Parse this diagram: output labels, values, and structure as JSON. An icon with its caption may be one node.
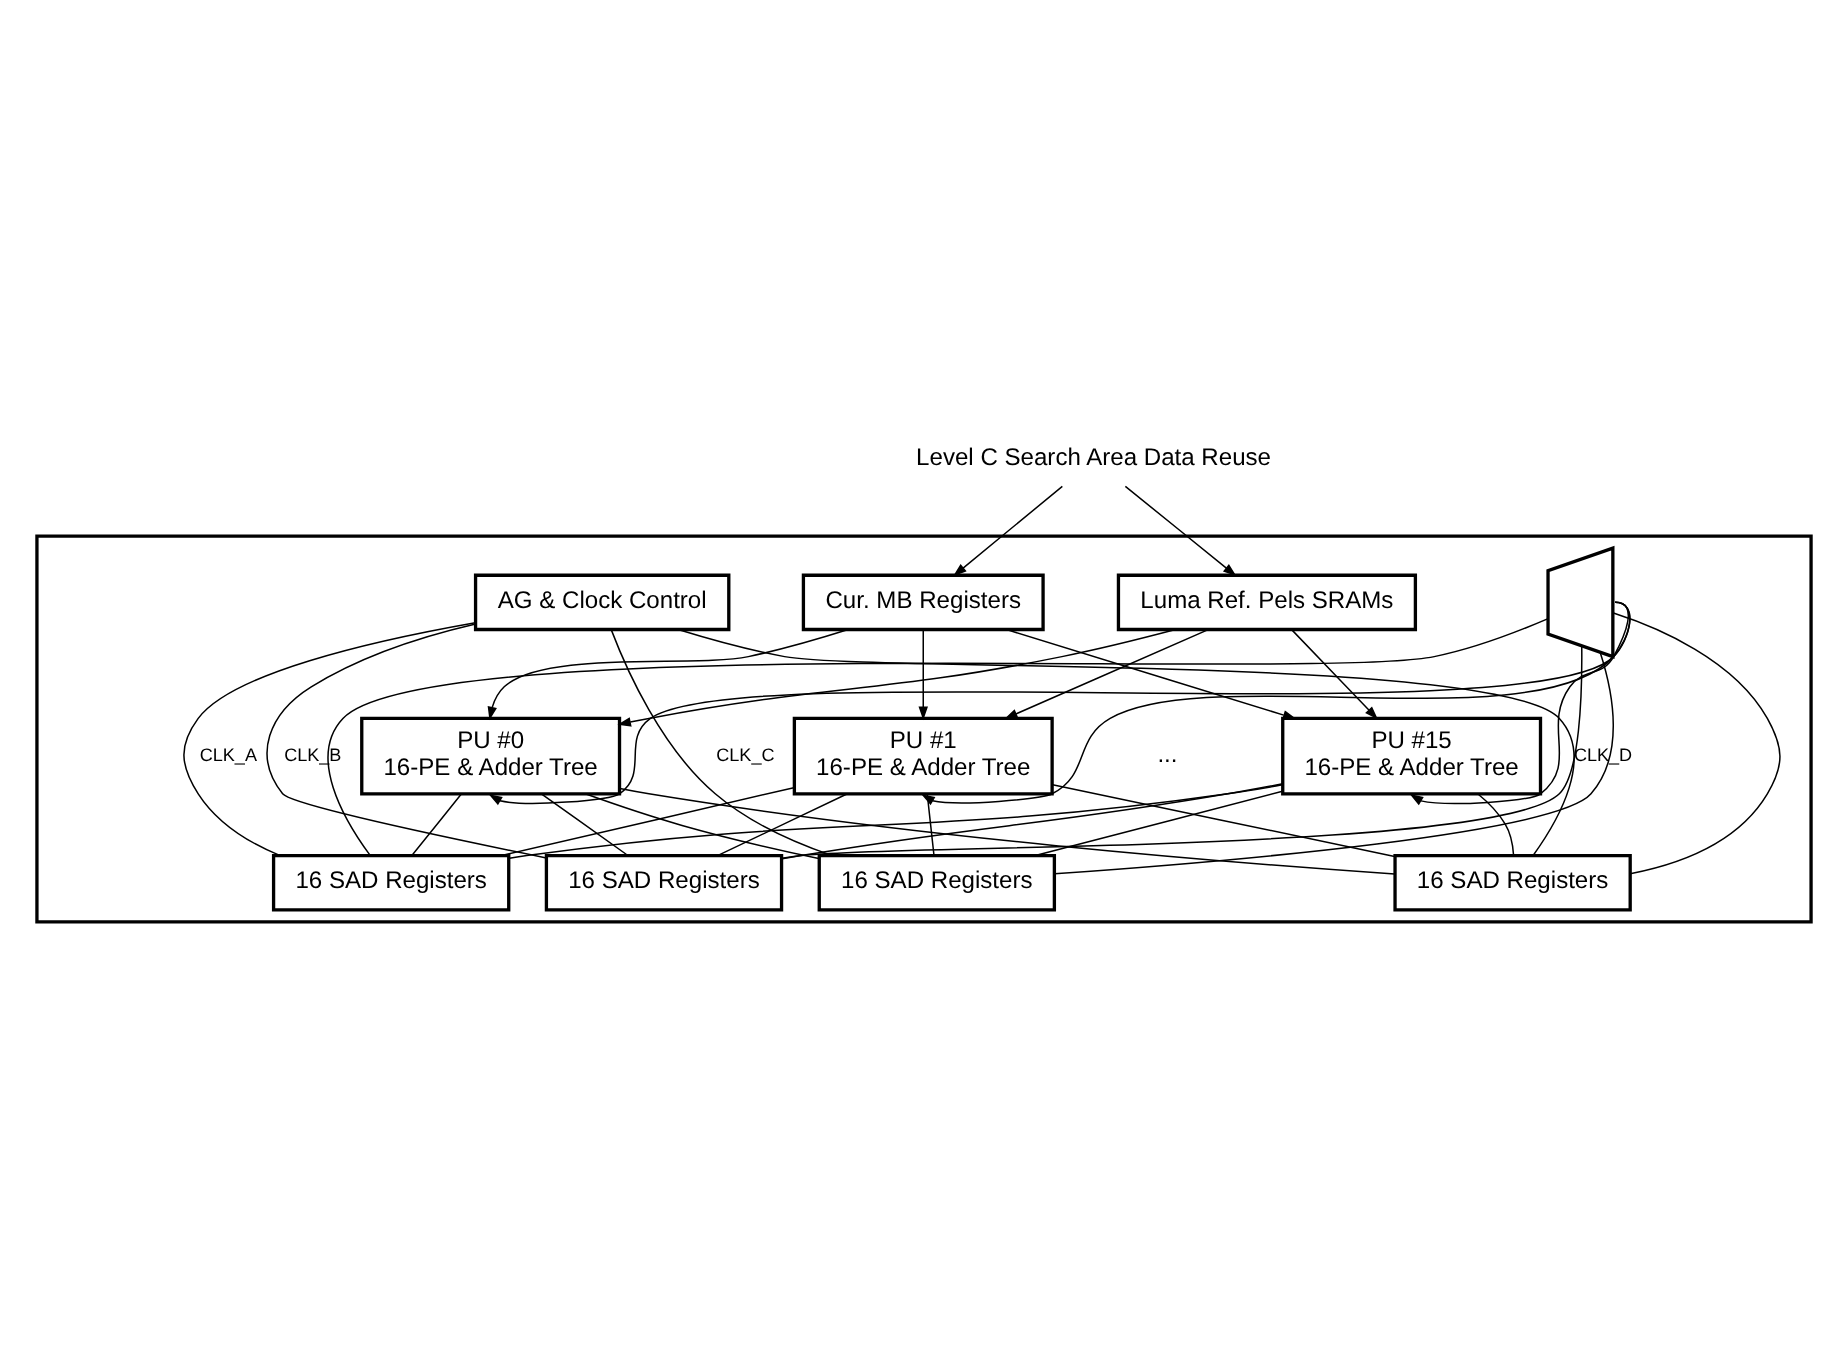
{
  "diagram": {
    "nodes": [
      {
        "text": [],
        "shape": "box"
      },
      {
        "text": [
          "AG & Clock Control"
        ],
        "in": 0
      },
      {
        "text": [
          "Cur. MB Registers"
        ],
        "in": 0
      },
      {
        "text": [
          "Luma Ref. Pels SRAMs"
        ],
        "in": 0
      },
      {
        "text": [
          "PU #0",
          "16-PE & Adder Tree"
        ],
        "in": 0
      },
      {
        "text": [
          "PU #1",
          "16-PE & Adder Tree"
        ],
        "in": 0
      },
      {
        "text": [
          "PU #15",
          "16-PE & Adder Tree"
        ],
        "in": 0
      },
      {
        "text": [
          "16 SAD Registers"
        ],
        "in": 0
      },
      {
        "text": [
          "16 SAD Registers"
        ],
        "in": 0
      },
      {
        "text": [
          "16 SAD Registers"
        ],
        "in": 0
      },
      {
        "text": [
          "16 SAD Registers"
        ],
        "in": 0
      },
      {
        "text": [],
        "shape": "trapezoid",
        "in": 0
      },
      {
        "text": [
          "Level C Search Area Data Reuse"
        ]
      }
    ],
    "edges": [
      {
        "from": 12,
        "to": 2,
        "arrow": "to"
      },
      {
        "from": 12,
        "to": 3,
        "arrow": "to"
      },
      {
        "from": 2,
        "to": 4,
        "arrow": "to"
      },
      {
        "from": 2,
        "to": 5,
        "arrow": "to"
      },
      {
        "from": 2,
        "to": 6,
        "arrow": "to"
      },
      {
        "from": 3,
        "to": 4,
        "arrow": "to"
      },
      {
        "from": 3,
        "to": 5,
        "arrow": "to"
      },
      {
        "from": 3,
        "to": 6,
        "arrow": "to"
      },
      {
        "from": 4,
        "to": 7,
        "arrow": "none"
      },
      {
        "from": 4,
        "to": 8,
        "arrow": "none"
      },
      {
        "from": 4,
        "to": 9,
        "arrow": "none"
      },
      {
        "from": 4,
        "to": 10,
        "arrow": "none"
      },
      {
        "from": 5,
        "to": 7,
        "arrow": "none"
      },
      {
        "from": 5,
        "to": 8,
        "arrow": "none"
      },
      {
        "from": 5,
        "to": 9,
        "arrow": "none"
      },
      {
        "from": 5,
        "to": 10,
        "arrow": "none"
      },
      {
        "from": 6,
        "to": 7,
        "arrow": "none"
      },
      {
        "from": 6,
        "to": 8,
        "arrow": "none"
      },
      {
        "from": 6,
        "to": 9,
        "arrow": "none"
      },
      {
        "from": 6,
        "to": 10,
        "arrow": "none"
      },
      {
        "from": 7,
        "to": 11,
        "arrow": "none"
      },
      {
        "from": 8,
        "to": 11,
        "arrow": "none"
      },
      {
        "from": 9,
        "to": 11,
        "arrow": "none"
      },
      {
        "from": 10,
        "to": 11,
        "arrow": "none"
      },
      {
        "from": 11,
        "to": 4,
        "arrow": "to"
      },
      {
        "from": 11,
        "to": 5,
        "arrow": "to"
      },
      {
        "from": 11,
        "to": 6,
        "arrow": "to"
      },
      {
        "from": 1,
        "to": 7,
        "arrow": "none",
        "label": "CLK_A"
      },
      {
        "from": 1,
        "to": 8,
        "arrow": "none",
        "label": "CLK_B"
      },
      {
        "from": 1,
        "to": 9,
        "arrow": "none",
        "label": "CLK_C"
      },
      {
        "from": 1,
        "to": 10,
        "arrow": "none",
        "label": "CLK_D"
      }
    ],
    "labels": [
      "..."
    ]
  }
}
